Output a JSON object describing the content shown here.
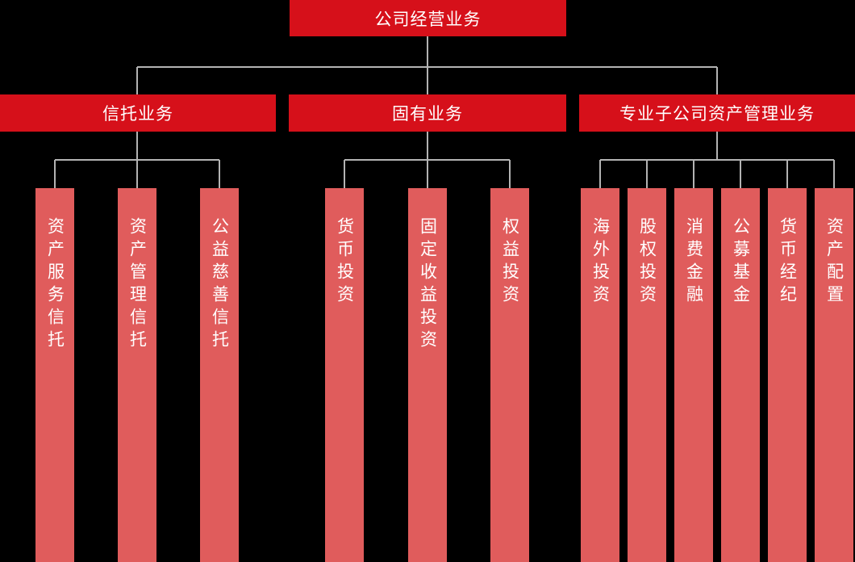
{
  "diagram": {
    "title_node": {
      "label": "公司经营业务"
    },
    "branches": [
      {
        "label": "信托业务",
        "children": [
          {
            "label": "资产服务信托"
          },
          {
            "label": "资产管理信托"
          },
          {
            "label": "公益慈善信托"
          }
        ]
      },
      {
        "label": "固有业务",
        "children": [
          {
            "label": "货币投资"
          },
          {
            "label": "固定收益投资"
          },
          {
            "label": "权益投资"
          }
        ]
      },
      {
        "label": "专业子公司资产管理业务",
        "children": [
          {
            "label": "海外投资"
          },
          {
            "label": "股权投资"
          },
          {
            "label": "消费金融"
          },
          {
            "label": "公募基金"
          },
          {
            "label": "货币经纪"
          },
          {
            "label": "资产配置"
          }
        ]
      }
    ],
    "colors": {
      "background": "#000000",
      "level1_fill": "#d6101a",
      "level2_fill": "#d6101a",
      "leaf_fill": "#e05c5c",
      "connector": "#b3b3b3",
      "text": "#ffffff"
    }
  }
}
